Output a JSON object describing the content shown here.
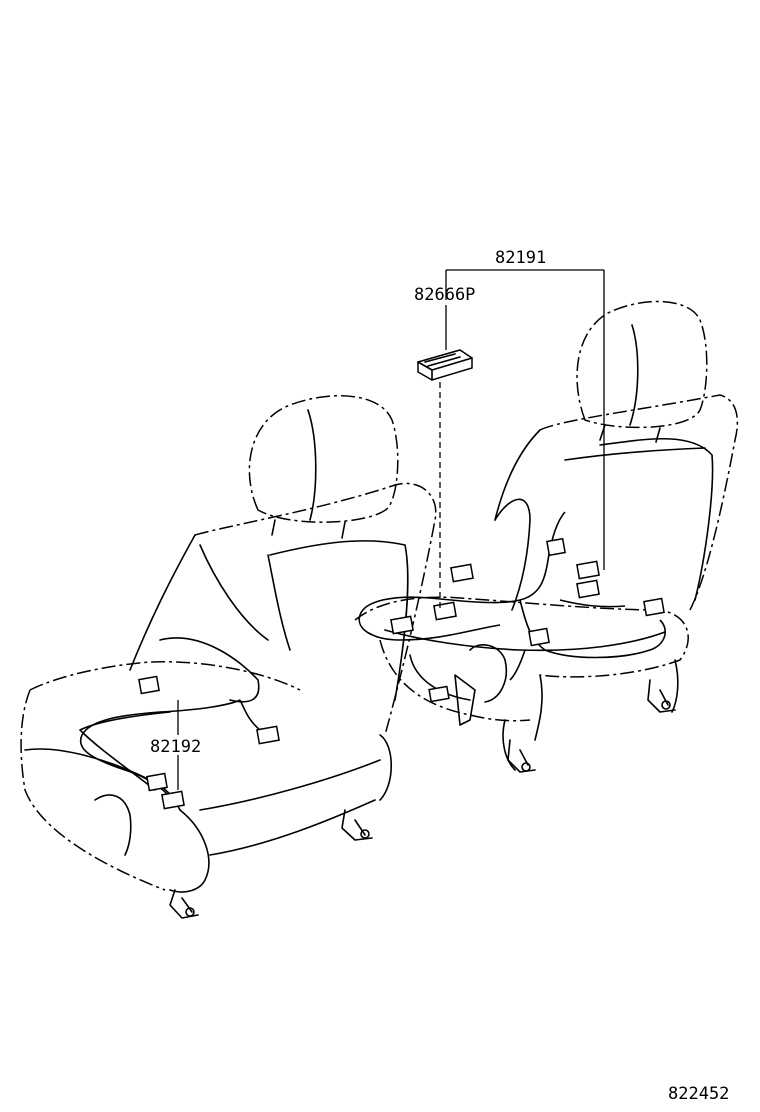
{
  "labels": {
    "part_82191": "82191",
    "part_82666p": "82666P",
    "part_82192": "82192",
    "figure_number": "822452"
  }
}
